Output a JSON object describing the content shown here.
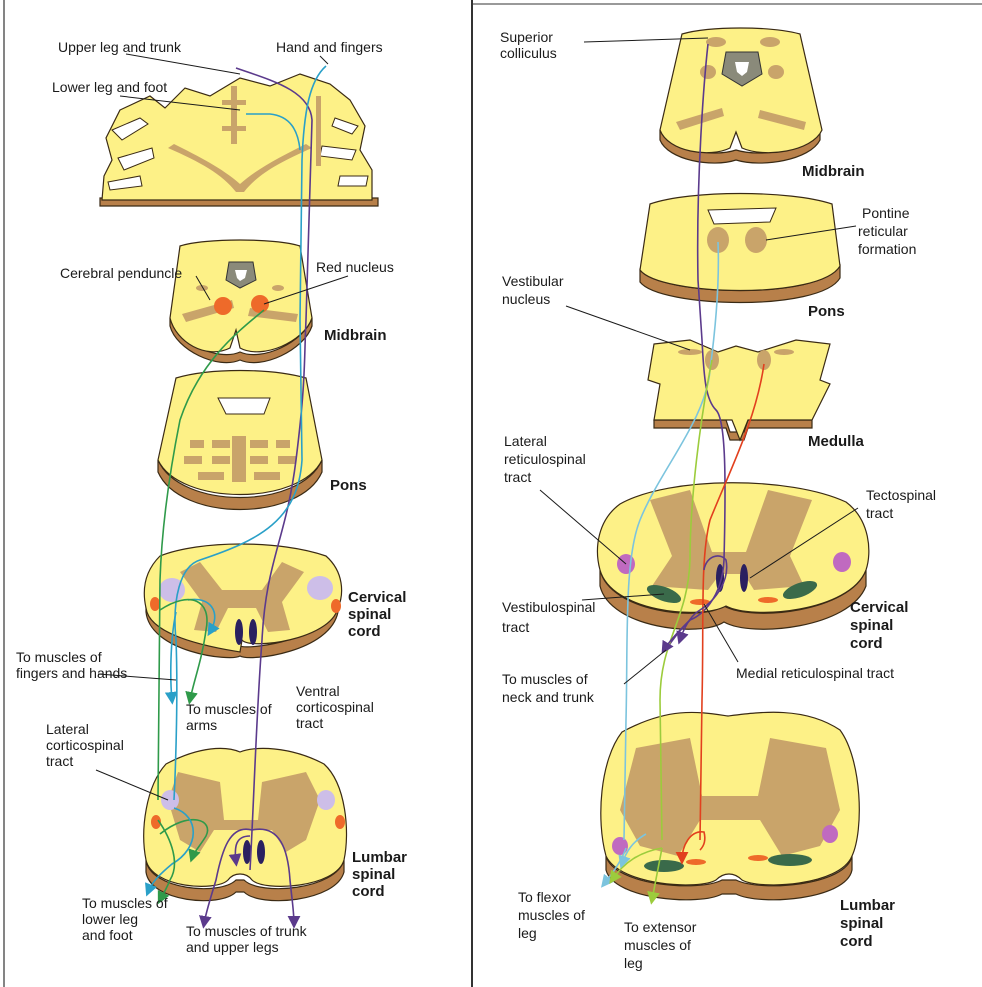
{
  "colors": {
    "tissue": "#fdf187",
    "base": "#b8804a",
    "gray_matter": "#c9a46a",
    "tract_purple": "#5b3a8c",
    "tract_blue": "#2aa0c8",
    "tract_green": "#2f9a4a",
    "tract_lightblue": "#7cc4de",
    "tract_lime": "#9ccc3c",
    "tract_red": "#e2401e",
    "nucleus_orange": "#ee6a2a",
    "nucleus_lilac": "#cdbee8",
    "nucleus_magenta": "#c06ac0",
    "nucleus_darkgreen": "#3a6a4a",
    "nucleus_navy": "#2a2060"
  },
  "left_panel": {
    "labels": {
      "upper_leg_trunk": "Upper leg and trunk",
      "hand_fingers": "Hand and fingers",
      "lower_leg_foot": "Lower leg and foot",
      "cerebral_peduncle": "Cerebral penduncle",
      "red_nucleus": "Red nucleus",
      "midbrain": "Midbrain",
      "pons": "Pons",
      "cervical_1": "Cervical",
      "cervical_2": "spinal",
      "cervical_3": "cord",
      "fingers_hands_1": "To muscles of",
      "fingers_hands_2": "fingers and hands",
      "arms_1": "To muscles of",
      "arms_2": "arms",
      "ventral_1": "Ventral",
      "ventral_2": "corticospinal",
      "ventral_3": "tract",
      "lateral_cs_1": "Lateral",
      "lateral_cs_2": "corticospinal",
      "lateral_cs_3": "tract",
      "lumbar_1": "Lumbar",
      "lumbar_2": "spinal",
      "lumbar_3": "cord",
      "lower_leg_1": "To muscles of",
      "lower_leg_2": "lower leg",
      "lower_leg_3": "and foot",
      "trunk_legs_1": "To muscles of trunk",
      "trunk_legs_2": "and upper legs"
    }
  },
  "right_panel": {
    "labels": {
      "sup_colliculus_1": "Superior",
      "sup_colliculus_2": "colliculus",
      "midbrain": "Midbrain",
      "pontine_1": "Pontine",
      "pontine_2": "reticular",
      "pontine_3": "formation",
      "pons": "Pons",
      "vestibular_1": "Vestibular",
      "vestibular_2": "nucleus",
      "medulla": "Medulla",
      "lateral_rs_1": "Lateral",
      "lateral_rs_2": "reticulospinal",
      "lateral_rs_3": "tract",
      "tectospinal_1": "Tectospinal",
      "tectospinal_2": "tract",
      "vestibulospinal_1": "Vestibulospinal",
      "vestibulospinal_2": "tract",
      "cervical_1": "Cervical",
      "cervical_2": "spinal",
      "cervical_3": "cord",
      "medial_rs": "Medial reticulospinal tract",
      "neck_trunk_1": "To muscles of",
      "neck_trunk_2": "neck and trunk",
      "flexor_1": "To flexor",
      "flexor_2": "muscles of",
      "flexor_3": "leg",
      "extensor_1": "To extensor",
      "extensor_2": "muscles of",
      "extensor_3": "leg",
      "lumbar_1": "Lumbar",
      "lumbar_2": "spinal",
      "lumbar_3": "cord"
    }
  }
}
